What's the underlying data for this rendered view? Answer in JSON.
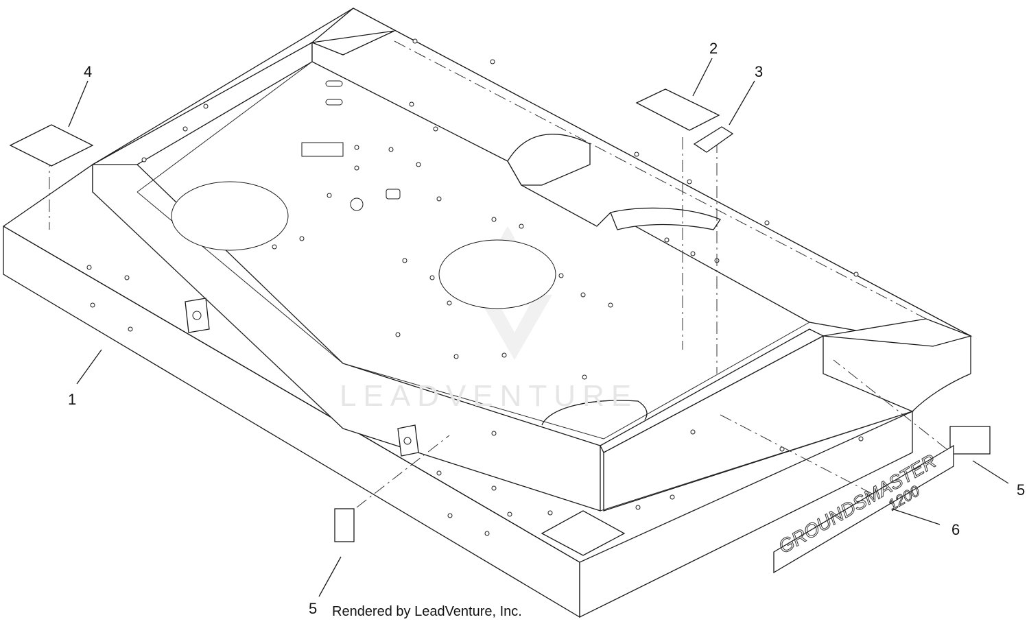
{
  "diagram": {
    "callouts": [
      "1",
      "2",
      "3",
      "4",
      "5",
      "5",
      "6"
    ],
    "credit": "Rendered by LeadVenture, Inc.",
    "watermark": "LEADVENTURE",
    "decal": {
      "brand": "GROUNDSMASTER",
      "model": "1200"
    },
    "colors": {
      "line": "#1a1a1a",
      "watermark": "#e6e6e6",
      "background": "#ffffff"
    }
  }
}
